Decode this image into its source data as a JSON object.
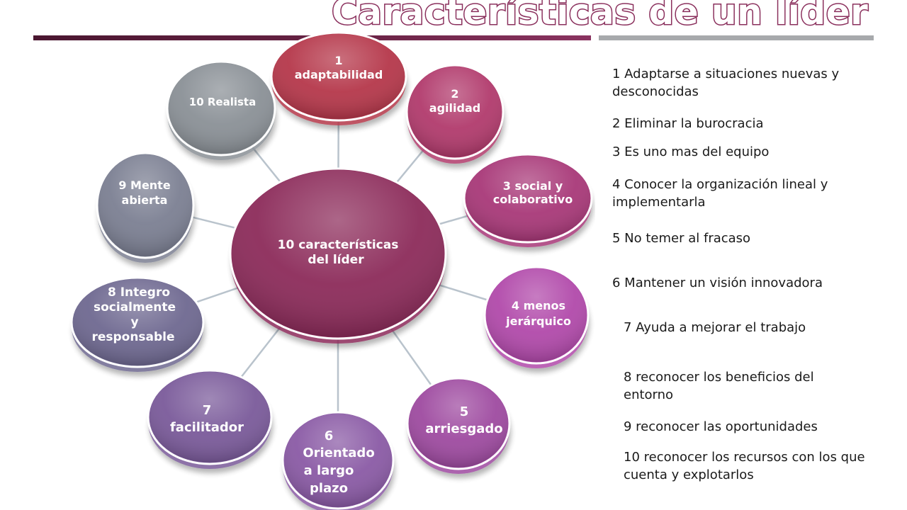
{
  "slide": {
    "title": "Características de un líder"
  },
  "diagram": {
    "center": "10 características del líder",
    "nodes": [
      {
        "label": "1 adaptabilidad",
        "color": "#b5374a"
      },
      {
        "label": "2 agilidad",
        "color": "#b13a6c"
      },
      {
        "label": "3 social y colaborativo",
        "color": "#a83878"
      },
      {
        "label": "4 menos jerárquico",
        "color": "#b149aa"
      },
      {
        "label": "5 arriesgado",
        "color": "#9e4aa0"
      },
      {
        "label": "6 Orientado a largo plazo",
        "color": "#8a5aa5"
      },
      {
        "label": "7 facilitador",
        "color": "#7a5a9a"
      },
      {
        "label": "8 Integro socialmente y responsable",
        "color": "#6e6890"
      },
      {
        "label": "9 Mente abierta",
        "color": "#7b7f92"
      },
      {
        "label": "10 Realista",
        "color": "#8a9096"
      }
    ],
    "center_color": "#8c2b5a",
    "connector_color": "#b9c3cc"
  },
  "list": [
    "1 Adaptarse a situaciones nuevas y desconocidas",
    "2 Eliminar la burocracia",
    "3 Es uno mas del equipo",
    "4 Conocer la organización lineal y implementarla",
    "5 No temer al fracaso",
    "6 Mantener un visión innovadora",
    "7 Ayuda a mejorar el trabajo",
    "8 reconocer los beneficios del entorno",
    "9 reconocer las oportunidades",
    "10 reconocer los recursos con los que cuenta y explotarlos"
  ]
}
